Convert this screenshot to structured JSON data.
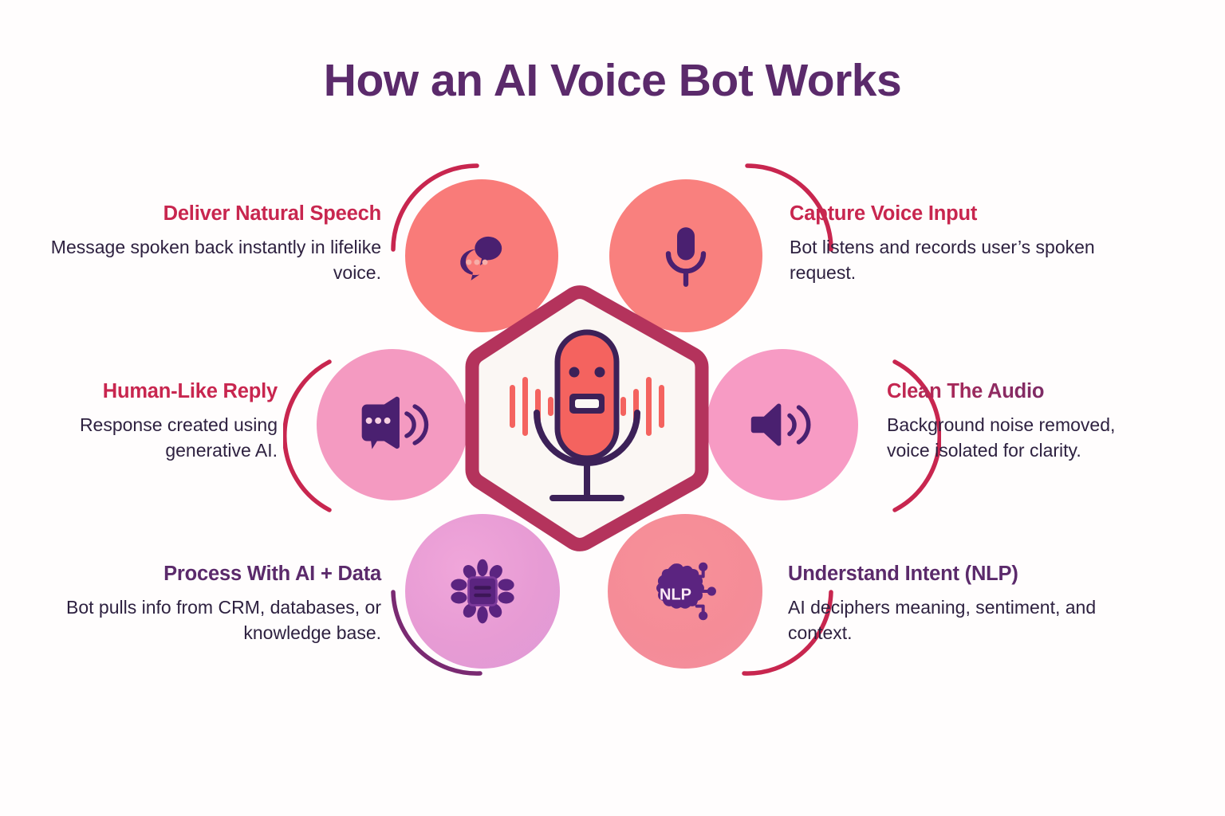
{
  "page": {
    "title": "How an AI Voice Bot Works",
    "background_color": "#fffdfd"
  },
  "colors": {
    "title_purple": "#5B2A6B",
    "crimson": "#C8264F",
    "deep_purple": "#4A2070",
    "coral": "#F97B79",
    "salmon": "#F98584",
    "pink": "#F49AC1",
    "pink_light": "#F2A7C3",
    "pink_violet": "#EC9BD5",
    "rose": "#F58C97",
    "hex_border": "#B4335C",
    "hex_fill": "#FBF7F4",
    "body_text": "#2E2140"
  },
  "center": {
    "shape": "hexagon",
    "icon": "robot-microphone-icon",
    "icon_description": "Microphone with robot face and sound wave bars"
  },
  "steps": [
    {
      "id": "capture-voice-input",
      "heading": "Capture Voice Input",
      "description": "Bot listens and records user’s spoken request.",
      "icon": "microphone-icon",
      "circle_color": "#F9807E",
      "heading_color": "#C8264F",
      "position": "top-right",
      "text_align": "left"
    },
    {
      "id": "clean-the-audio",
      "heading": "Clean The Audio",
      "description": "Background noise removed, voice isolated for clarity.",
      "icon": "speaker-volume-icon",
      "circle_color": "#F79BC4",
      "heading_color": "gradient-crimson-purple",
      "position": "middle-right",
      "text_align": "left"
    },
    {
      "id": "understand-intent-nlp",
      "heading": "Understand Intent (NLP)",
      "description": "AI deciphers meaning, sentiment, and context.",
      "icon": "nlp-chip-icon",
      "icon_text": "NLP",
      "circle_color": "#F78E9C",
      "heading_color": "#5B2A6B",
      "position": "bottom-right",
      "text_align": "left"
    },
    {
      "id": "process-with-ai-data",
      "heading": "Process With AI + Data",
      "description": "Bot pulls info from CRM, databases, or knowledge base.",
      "icon": "cpu-chip-icon",
      "circle_color": "#EC9BD5",
      "heading_color": "#5B2A6B",
      "position": "bottom-left",
      "text_align": "right"
    },
    {
      "id": "human-like-reply",
      "heading": "Human-Like Reply",
      "description": "Response created using generative AI.",
      "icon": "speech-bubble-speaker-icon",
      "circle_color": "#F49AC1",
      "heading_color": "#C8264F",
      "position": "middle-left",
      "text_align": "right"
    },
    {
      "id": "deliver-natural-speech",
      "heading": "Deliver Natural Speech",
      "description": "Message spoken back instantly in lifelike voice.",
      "icon": "chat-bubbles-icon",
      "circle_color": "#F97B79",
      "heading_color": "#C8264F",
      "position": "top-left",
      "text_align": "right"
    }
  ]
}
